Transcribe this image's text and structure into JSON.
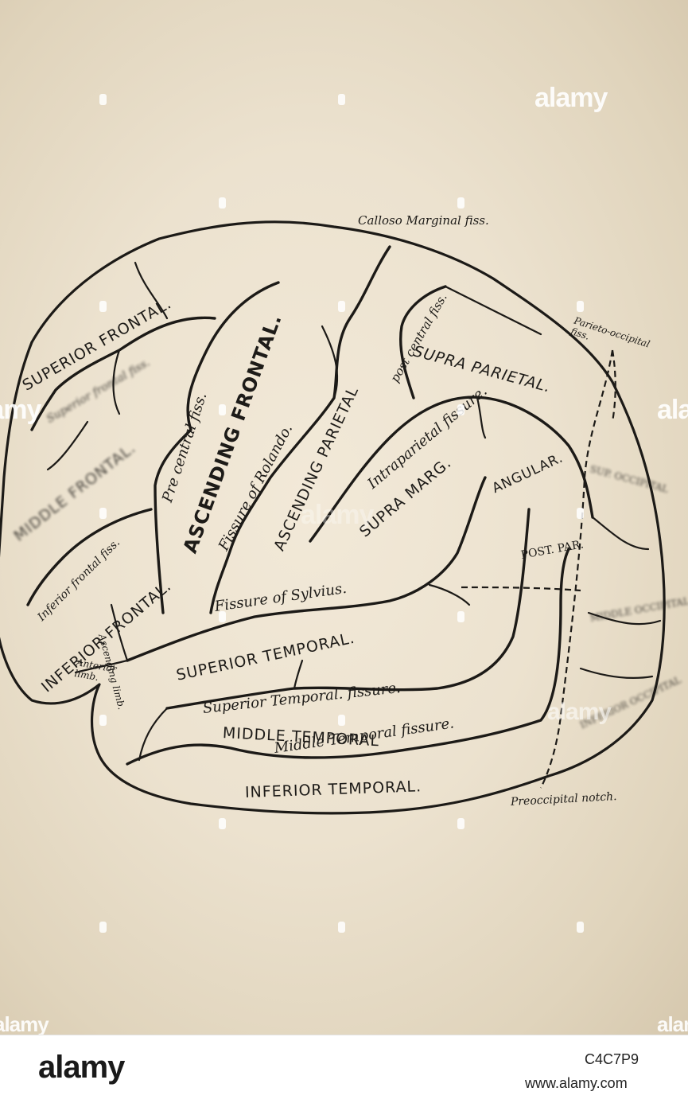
{
  "labels": {
    "calloso_marginal": "Calloso Marginal fiss.",
    "parieto_occipital": "Parieto-occipital fiss.",
    "superior_frontal": "SUPERIOR FRONTAL.",
    "superior_frontal_fiss": "Superior frontal fiss.",
    "middle_frontal": "MIDDLE FRONTAL.",
    "inferior_frontal_fiss": "Inferior frontal fiss.",
    "inferior_frontal": "INFERIOR FRONTAL.",
    "pre_central_fiss": "Pre central fiss.",
    "ascending_frontal": "ASCENDING FRONTAL.",
    "fissure_of_rolando": "Fissure of Rolando.",
    "ascending_parietal": "ASCENDING PARIETAL",
    "post_central_fiss": "post central fiss.",
    "supra_parietal": "SUPRA PARIETAL.",
    "intraparietal_fissure": "Intraparietal fissure.",
    "supra_marg": "SUPRA MARG.",
    "angular": "ANGULAR.",
    "post_par": "POST. PAR.",
    "sup_occipital": "SUP. OCCIPITAL",
    "middle_occipital": "MIDDLE OCCIPITAL",
    "inferior_occipital": "INFERIOR OCCIPITAL",
    "fissure_of_sylvius": "Fissure of Sylvius.",
    "ascending_limb": "Ascending limb.",
    "anterior_limb": "Anterior limb.",
    "superior_temporal": "SUPERIOR TEMPORAL.",
    "superior_temporal_fissure": "Superior Temporal. fissure.",
    "middle_temporal": "MIDDLE TEMPORAL",
    "middle_temporal_fissure": "Middle Temporal fissure.",
    "inferior_temporal": "INFERIOR TEMPORAL.",
    "preoccipital_notch": "Preoccipital notch."
  },
  "watermark": {
    "text": "alamy"
  },
  "footer": {
    "logo": "alamy",
    "image_id": "C4C7P9",
    "url": "www.alamy.com"
  },
  "colors": {
    "paper": "#ece2cf",
    "ink": "#1c1a17"
  }
}
